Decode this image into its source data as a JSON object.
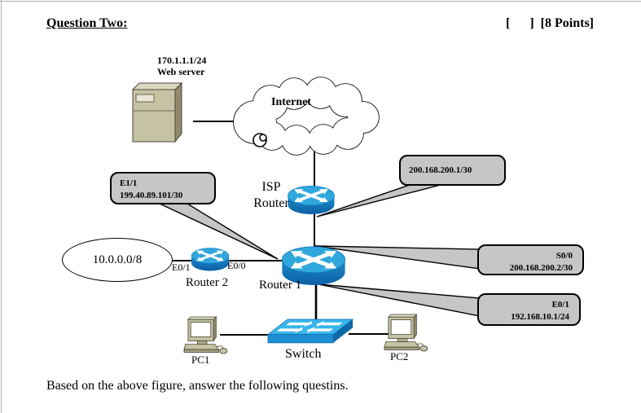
{
  "header": {
    "title": "Question Two:",
    "points": "[      ]  [8 Points]"
  },
  "footer": {
    "text": "Based on the above figure, answer the following questins."
  },
  "diagram": {
    "web_server": {
      "ip": "170.1.1.1/24",
      "name": "Web server"
    },
    "internet_label": "Internet",
    "isp_router_label": "ISP Router",
    "callout_isp_wan": {
      "ip": "200.168.200.1/30"
    },
    "callout_e11": {
      "iface": "E1/1",
      "ip": "199.40.89.101/30"
    },
    "callout_s00": {
      "iface": "S0/0",
      "ip": "200.168.200.2/30"
    },
    "callout_e01": {
      "iface": "E0/1",
      "ip": "192.168.10.1/24"
    },
    "network_oval": "10.0.0.0/8",
    "iface_r2_left": "E0/1",
    "iface_r2_right": "E0/0",
    "router2_label": "Router 2",
    "router1_label": "Router 1",
    "switch_label": "Switch",
    "pc1_label": "PC1",
    "pc2_label": "PC2",
    "colors": {
      "router_blue_top": "#2fa7dd",
      "router_blue_side": "#1177bb",
      "switch_blue_top": "#3ab5ec",
      "callout_gray": "#c6c6c6",
      "device_tan": "#c6c2a4"
    }
  }
}
